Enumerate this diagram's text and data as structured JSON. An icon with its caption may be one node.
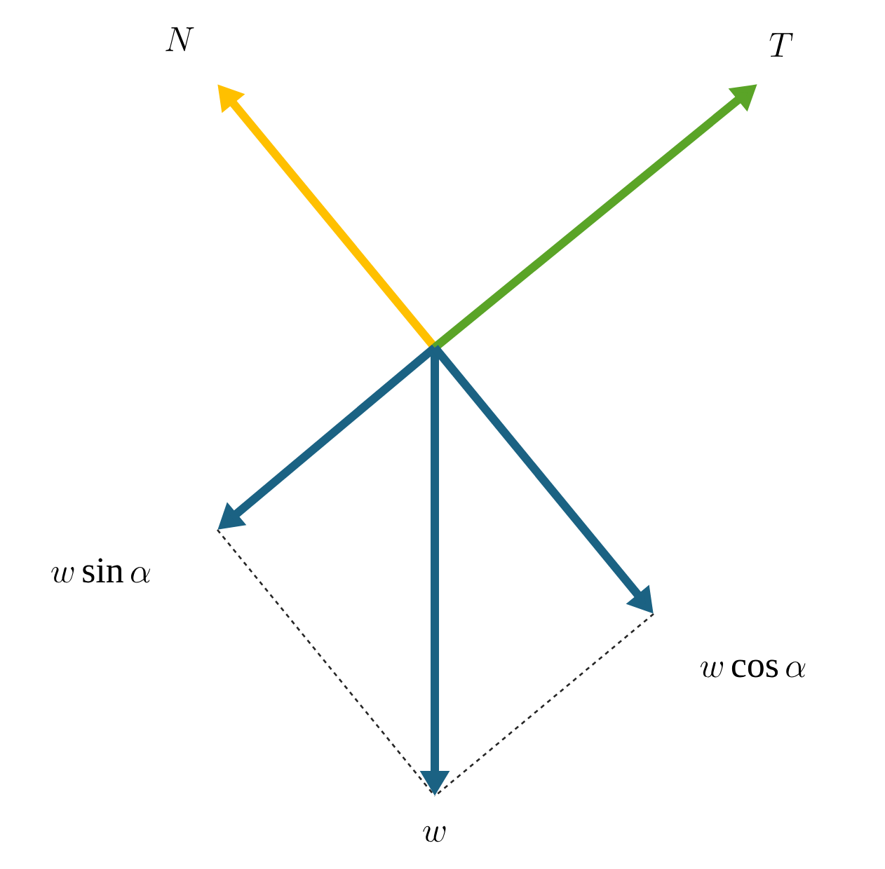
{
  "diagram": {
    "labels": [
      "N",
      "T",
      "w \\sin \\alpha",
      "w \\cos \\alpha",
      "w"
    ]
  }
}
